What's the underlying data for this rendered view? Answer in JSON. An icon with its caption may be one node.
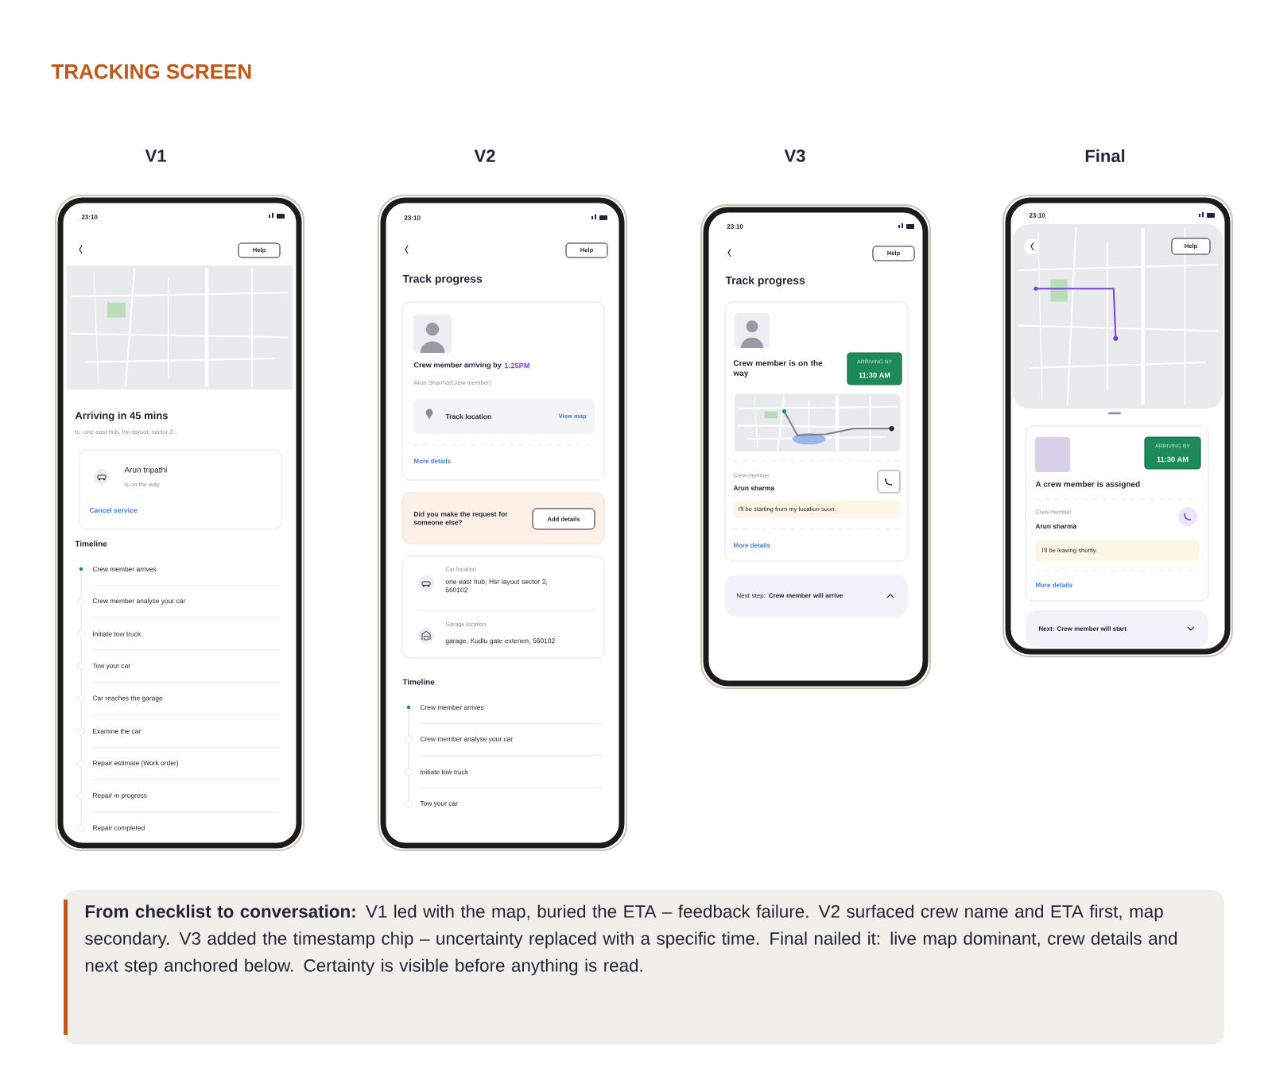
{
  "diagram": {
    "title": "TRACKING SCREEN",
    "caption": "**From checklist to conversation:** V1 led with the map, buried the ETA – feedback failure. V2 surfaced crew name and ETA first, map secondary. V3 added the timestamp chip – uncertainty replaced with a specific time. Final nailed it: live map dominant, crew details and next step anchored below. Certainty is visible before anything is read.",
    "nodes": [
      {
        "text": [
          "V1",
          "23:10",
          "Arriving in 45 mins",
          "to -one east hub, hsr layout, sector 2...",
          "Timeline",
          "Crew member arrives",
          "Crew member analyse your car",
          "Initiate tow truck",
          "Tow your car",
          "Car reaches the garage",
          "Examine the car",
          "Repair estimate (Work order)",
          "Repair in progress",
          "Repair completed"
        ]
      },
      {
        "text": [
          "Help"
        ],
        "in": 0
      },
      {
        "text": [],
        "shape": "picture",
        "in": 0
      },
      {
        "text": [
          "Arun tripathi",
          "is on the way",
          "Cancel service"
        ],
        "in": 0
      },
      {
        "text": [
          "V2",
          "23:10",
          "Track progress",
          "Timeline",
          "Crew member arrives",
          "Crew member analyse your car",
          "Initiate tow truck",
          "Tow your car"
        ]
      },
      {
        "text": [
          "Help"
        ],
        "in": 4
      },
      {
        "text": [
          "Crew member arriving by",
          "1:25PM",
          "Arun Sharma(Crew member)",
          "More details"
        ],
        "in": 4
      },
      {
        "text": [
          "Track location",
          "View map"
        ],
        "in": 6
      },
      {
        "text": [
          "Did you make the request for someone else?"
        ],
        "in": 4
      },
      {
        "text": [
          "Add details"
        ],
        "in": 8
      },
      {
        "text": [
          "Car location",
          "one east hub, Hsr layout sector 2, 560102",
          "Garage location",
          "garage, Kudlu gate extenen, 560102"
        ],
        "in": 4
      },
      {
        "text": [
          "V3",
          "23:10",
          "Track progress"
        ]
      },
      {
        "text": [
          "Help"
        ],
        "in": 11
      },
      {
        "text": [
          "Crew member is on the way",
          "Crew member",
          "Arun sharma",
          "More details"
        ],
        "in": 11
      },
      {
        "text": [
          "ARRIVING BY",
          "11:30 AM"
        ],
        "in": 13
      },
      {
        "text": [],
        "shape": "picture",
        "in": 13
      },
      {
        "text": [
          "I'll be starting from my location soon."
        ],
        "in": 13
      },
      {
        "text": [
          "Next step: **Crew member will arrive**"
        ],
        "in": 11
      },
      {
        "text": [
          "Final",
          "23:10"
        ]
      },
      {
        "text": [],
        "shape": "picture",
        "in": 18
      },
      {
        "text": [
          "Help"
        ],
        "in": 19
      },
      {
        "text": [
          "A crew member is assigned",
          "Crew member",
          "Arun sharma",
          "More details"
        ],
        "in": 18
      },
      {
        "text": [
          "ARRIVING BY",
          "11:30 AM"
        ],
        "in": 21
      },
      {
        "text": [
          "I'll be leaving shortly."
        ],
        "in": 21
      },
      {
        "text": [
          "Next: Crew member will start"
        ],
        "in": 18
      }
    ]
  }
}
